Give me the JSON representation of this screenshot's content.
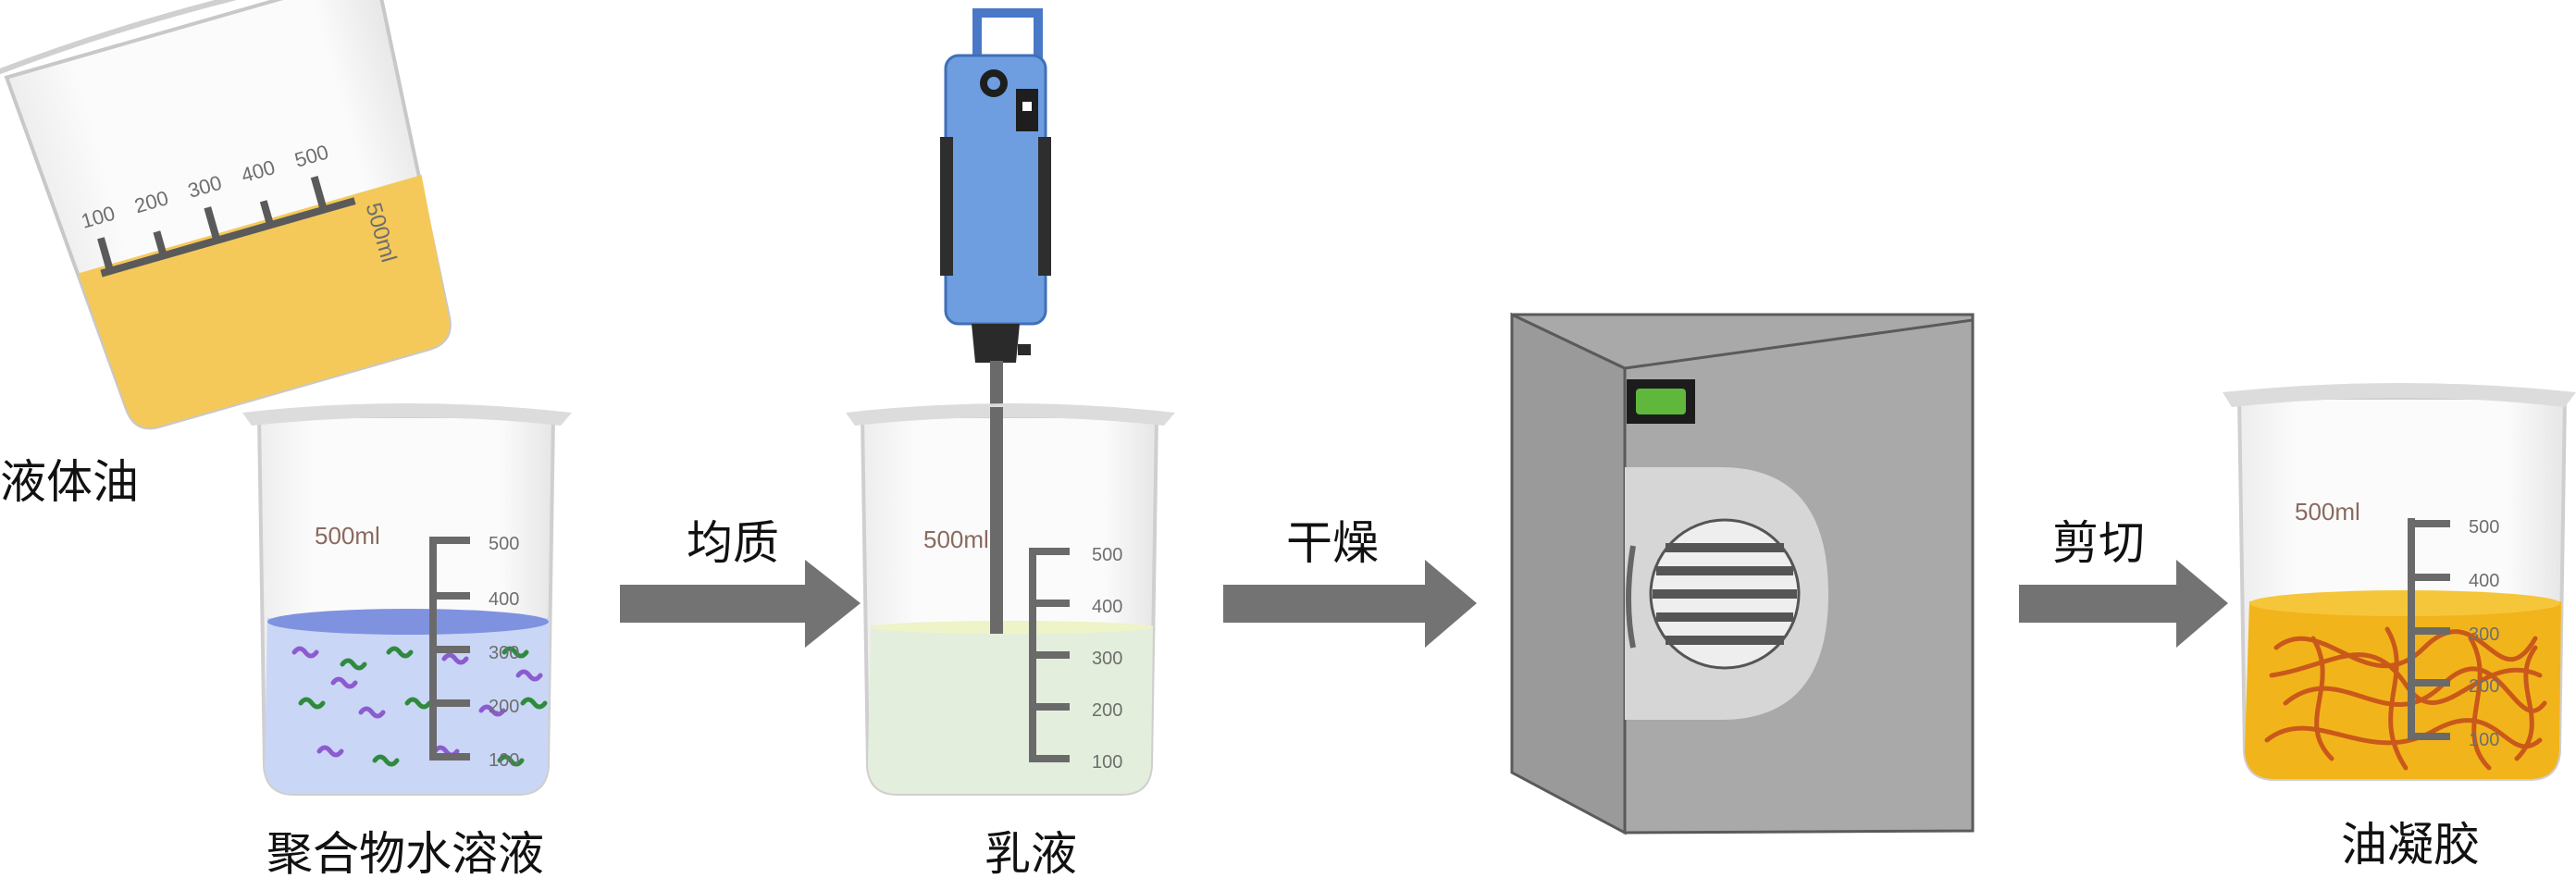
{
  "labels": {
    "oil": "液体油",
    "polymer_solution": "聚合物水溶液",
    "emulsion": "乳液",
    "oleogel": "油凝胶"
  },
  "steps": {
    "homogenize": "均质",
    "dry": "干燥",
    "cut": "剪切"
  },
  "beaker": {
    "volume_label": "500ml",
    "ticks": [
      "500",
      "400",
      "300",
      "200",
      "100"
    ],
    "tilted_ticks": [
      "100",
      "200",
      "300",
      "400",
      "500"
    ]
  },
  "colors": {
    "oil": "#f4c95a",
    "polymer_liquid": "#c9d6f5",
    "polymer_surface": "#7f92e0",
    "emulsion_liquid": "#e3efdc",
    "oleogel": "#f2b41b",
    "oleogel_fiber": "#c9591a",
    "homogenizer": "#6e9ee0",
    "oven": "#a9a9a9",
    "arrow": "#737373"
  }
}
